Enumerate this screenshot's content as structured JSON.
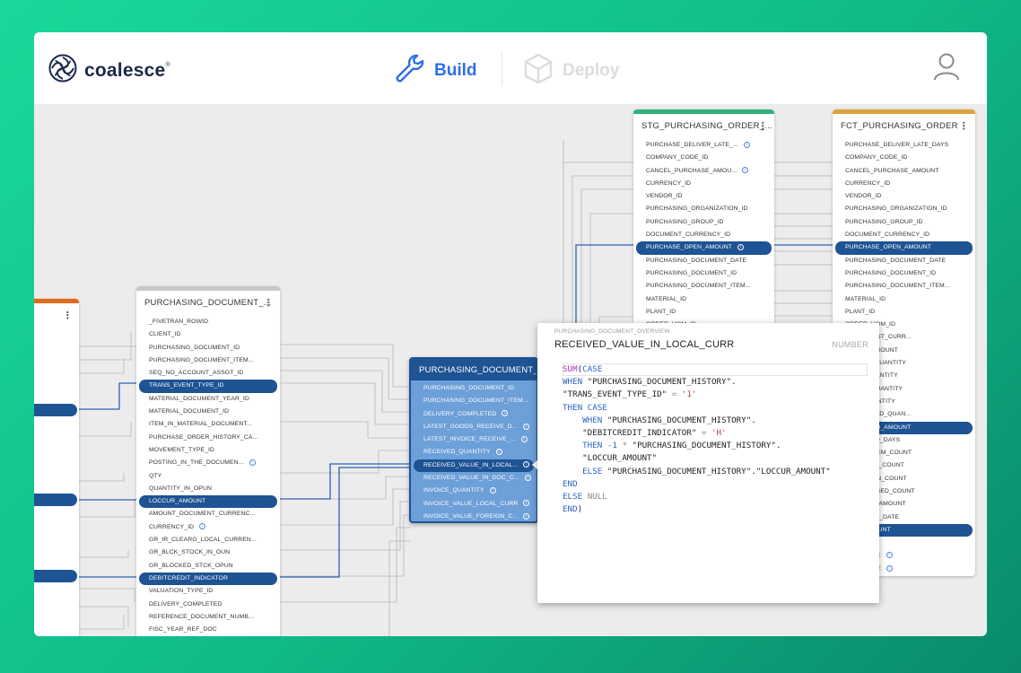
{
  "header": {
    "logo_text": "coalesce",
    "tabs": [
      {
        "label": "Build",
        "active": true,
        "icon": "wrench-icon"
      },
      {
        "label": "Deploy",
        "active": false,
        "icon": "cube-icon"
      }
    ],
    "user_icon": "user-icon"
  },
  "colors": {
    "accent": "#2f6fe4",
    "selected_row": "#1e5394",
    "stg_bar": "#2fb37a",
    "fct_bar": "#d9a43a",
    "src_bar": "#e06a1a",
    "doc_bar": "#c8c8c8"
  },
  "nodes": {
    "left_partial": {
      "menu": "⋮"
    },
    "purchasing_document": {
      "title": "PURCHASING_DOCUMENT_...",
      "menu": "⋮",
      "rows": [
        "_FIVETRAN_ROWID",
        "CLIENT_ID",
        "PURCHASING_DOCUMENT_ID",
        "PURCHASING_DOCUMENT_ITEM...",
        "SEQ_NO_ACCOUNT_ASSGT_ID",
        "TRANS_EVENT_TYPE_ID",
        "MATERIAL_DOCUMENT_YEAR_ID",
        "MATERIAL_DOCUMENT_ID",
        "ITEM_IN_MATERIAL_DOCUMENT...",
        "PURCHASE_ORDER_HISTORY_CA...",
        "MOVEMENT_TYPE_ID",
        "POSTING_IN_THE_DOCUMEN...",
        "QTY",
        "QUANTITY_IN_OPUN",
        "LOCCUR_AMOUNT",
        "AMOUNT_DOCUMENT_CURRENC...",
        "CURRENCY_ID",
        "GR_IR_CLEARG_LOCAL_CURREN...",
        "GR_BLCK_STOCK_IN_OUN",
        "GR_BLOCKED_STCK_OPUN",
        "DEBITCREDIT_INDICATOR",
        "VALUATION_TYPE_ID",
        "DELIVERY_COMPLETED",
        "REFERENCE_DOCUMENT_NUMB...",
        "FISC_YEAR_REF_DOC"
      ]
    },
    "purchasing_document_overview": {
      "title": "PURCHASING_DOCUMENT_...",
      "rows": [
        "PURCHASING_DOCUMENT_ID",
        "PURCHASING_DOCUMENT_ITEM...",
        "DELIVERY_COMPLETED",
        "LATEST_GOODS_RECEIVE_D...",
        "LATEST_INVOICE_RECEIVE_...",
        "RECEIVED_QUANTITY",
        "RECEIVED_VALUE_IN_LOCAL...",
        "RECEIVED_VALUE_IN_DOC_C...",
        "INVOICE_QUANTITY",
        "INVOICE_VALUE_LOCAL_CURR",
        "INVOICE_VALUE_FOREIGN_C..."
      ]
    },
    "stg_purchasing_order": {
      "title": "STG_PURCHASING_ORDER_...",
      "menu": "⋮",
      "rows": [
        "PURCHASE_DELIVER_LATE_...",
        "COMPANY_CODE_ID",
        "CANCEL_PURCHASE_AMOU...",
        "CURRENCY_ID",
        "VENDOR_ID",
        "PURCHASING_ORGANIZATION_ID",
        "PURCHASING_GROUP_ID",
        "DOCUMENT_CURRENCY_ID",
        "PURCHASE_OPEN_AMOUNT",
        "PURCHASING_DOCUMENT_DATE",
        "PURCHASING_DOCUMENT_ID",
        "PURCHASING_DOCUMENT_ITEM...",
        "MATERIAL_ID",
        "PLANT_ID",
        "ORDER_UOM_ID"
      ]
    },
    "fct_purchasing_order": {
      "title": "FCT_PURCHASING_ORDER",
      "menu": "⋮",
      "rows": [
        "PURCHASE_DELIVER_LATE_DAYS",
        "COMPANY_CODE_ID",
        "CANCEL_PURCHASE_AMOUNT",
        "CURRENCY_ID",
        "VENDOR_ID",
        "PURCHASING_ORGANIZATION_ID",
        "PURCHASING_GROUP_ID",
        "DOCUMENT_CURRENCY_ID",
        "PURCHASE_OPEN_AMOUNT",
        "PURCHASING_DOCUMENT_DATE",
        "PURCHASING_DOCUMENT_ID",
        "PURCHASING_DOCUMENT_ITEM...",
        "MATERIAL_ID",
        "PLANT_ID",
        "ORDER_UOM_ID",
        "_DOCUMENT_CURR...",
        "ORDER_AMOUNT",
        "RCHASE_QUANTITY",
        "OPEN_QUANTITY",
        "ORDER_QUANTITY",
        "LATE_QUANTITY",
        "_DELIVERED_QUAN...",
        "DELIVERED_AMOUNT",
        "LATE_LEAD_DAYS",
        "ORDER_ITEM_COUNT",
        "ITEM_LATE_COUNT",
        "ITEM_OPEN_COUNT",
        "ITEM_CLOSED_COUNT",
        "INVOICED_AMOUNT",
        "_DELIVERY_DATE",
        "LATE_AMOUNT",
        "NDICATOR",
        "EATE_DATE",
        "DATE_DATE"
      ]
    }
  },
  "popup": {
    "subtitle": "PURCHASING_DOCUMENT_OVERVIEW",
    "title": "RECEIVED_VALUE_IN_LOCAL_CURR",
    "type": "NUMBER"
  }
}
